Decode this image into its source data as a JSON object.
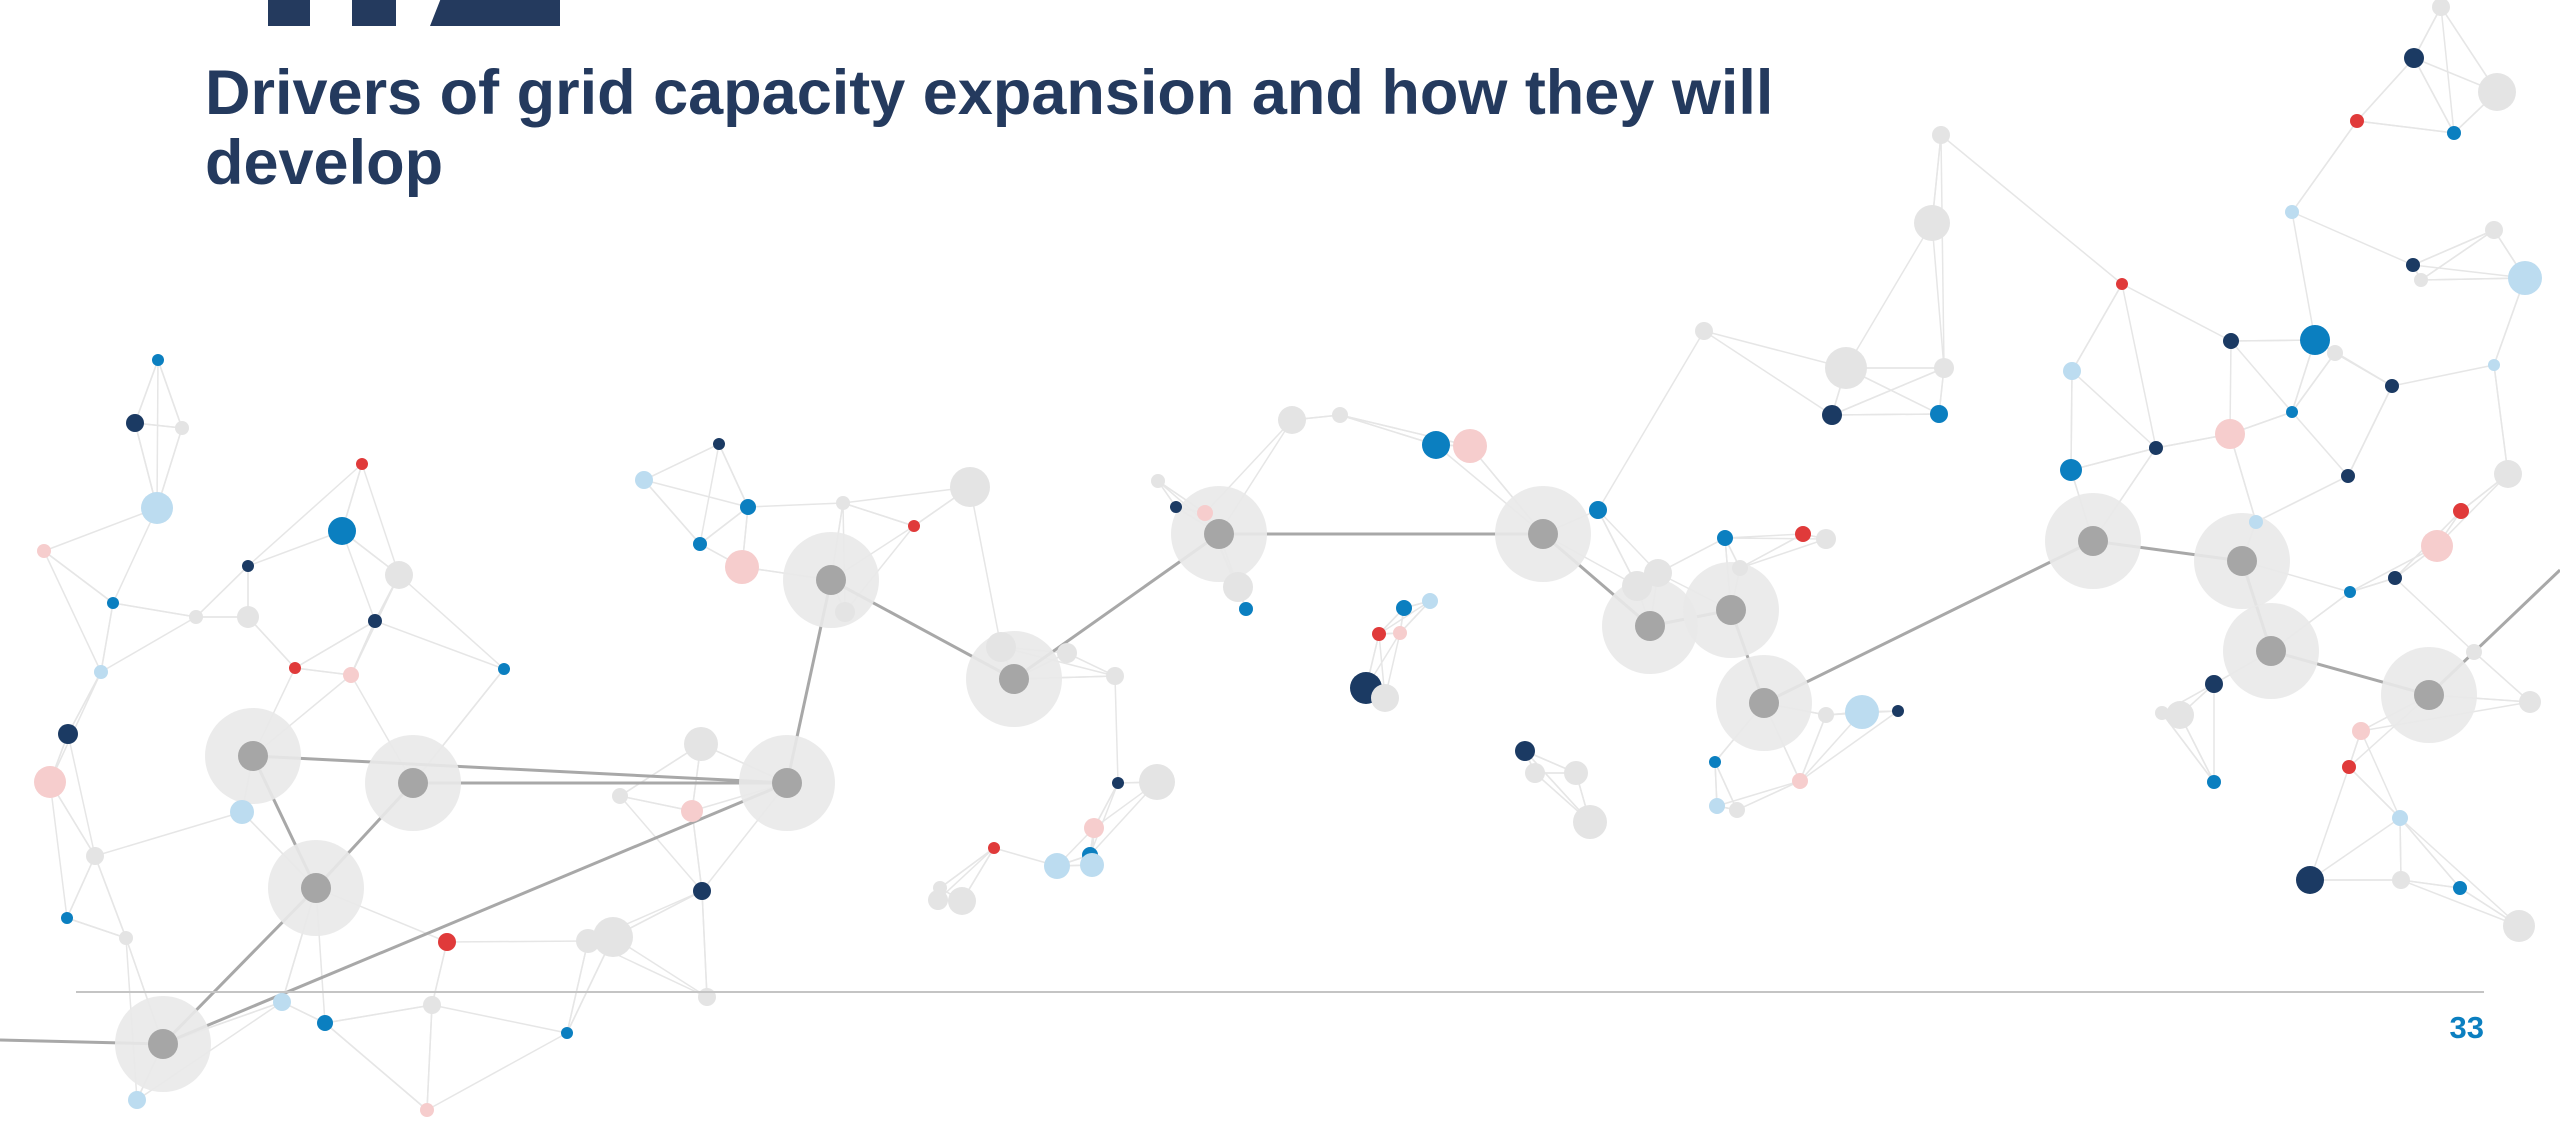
{
  "slide": {
    "title": "Drivers of grid capacity expansion and how they will develop",
    "page_number": "33"
  },
  "colors": {
    "title": "#243a5e",
    "page_number": "#0b7fc0",
    "hub_node": "#a6a6a6",
    "hub_halo": "#e9e9e9",
    "navy_node": "#1b3a63",
    "blue_node": "#0b7fc0",
    "red_node": "#e03a3a",
    "rule": "#c4c4c4"
  },
  "decoration": {
    "type": "network-graphic",
    "icon": "network-graph-icon"
  }
}
